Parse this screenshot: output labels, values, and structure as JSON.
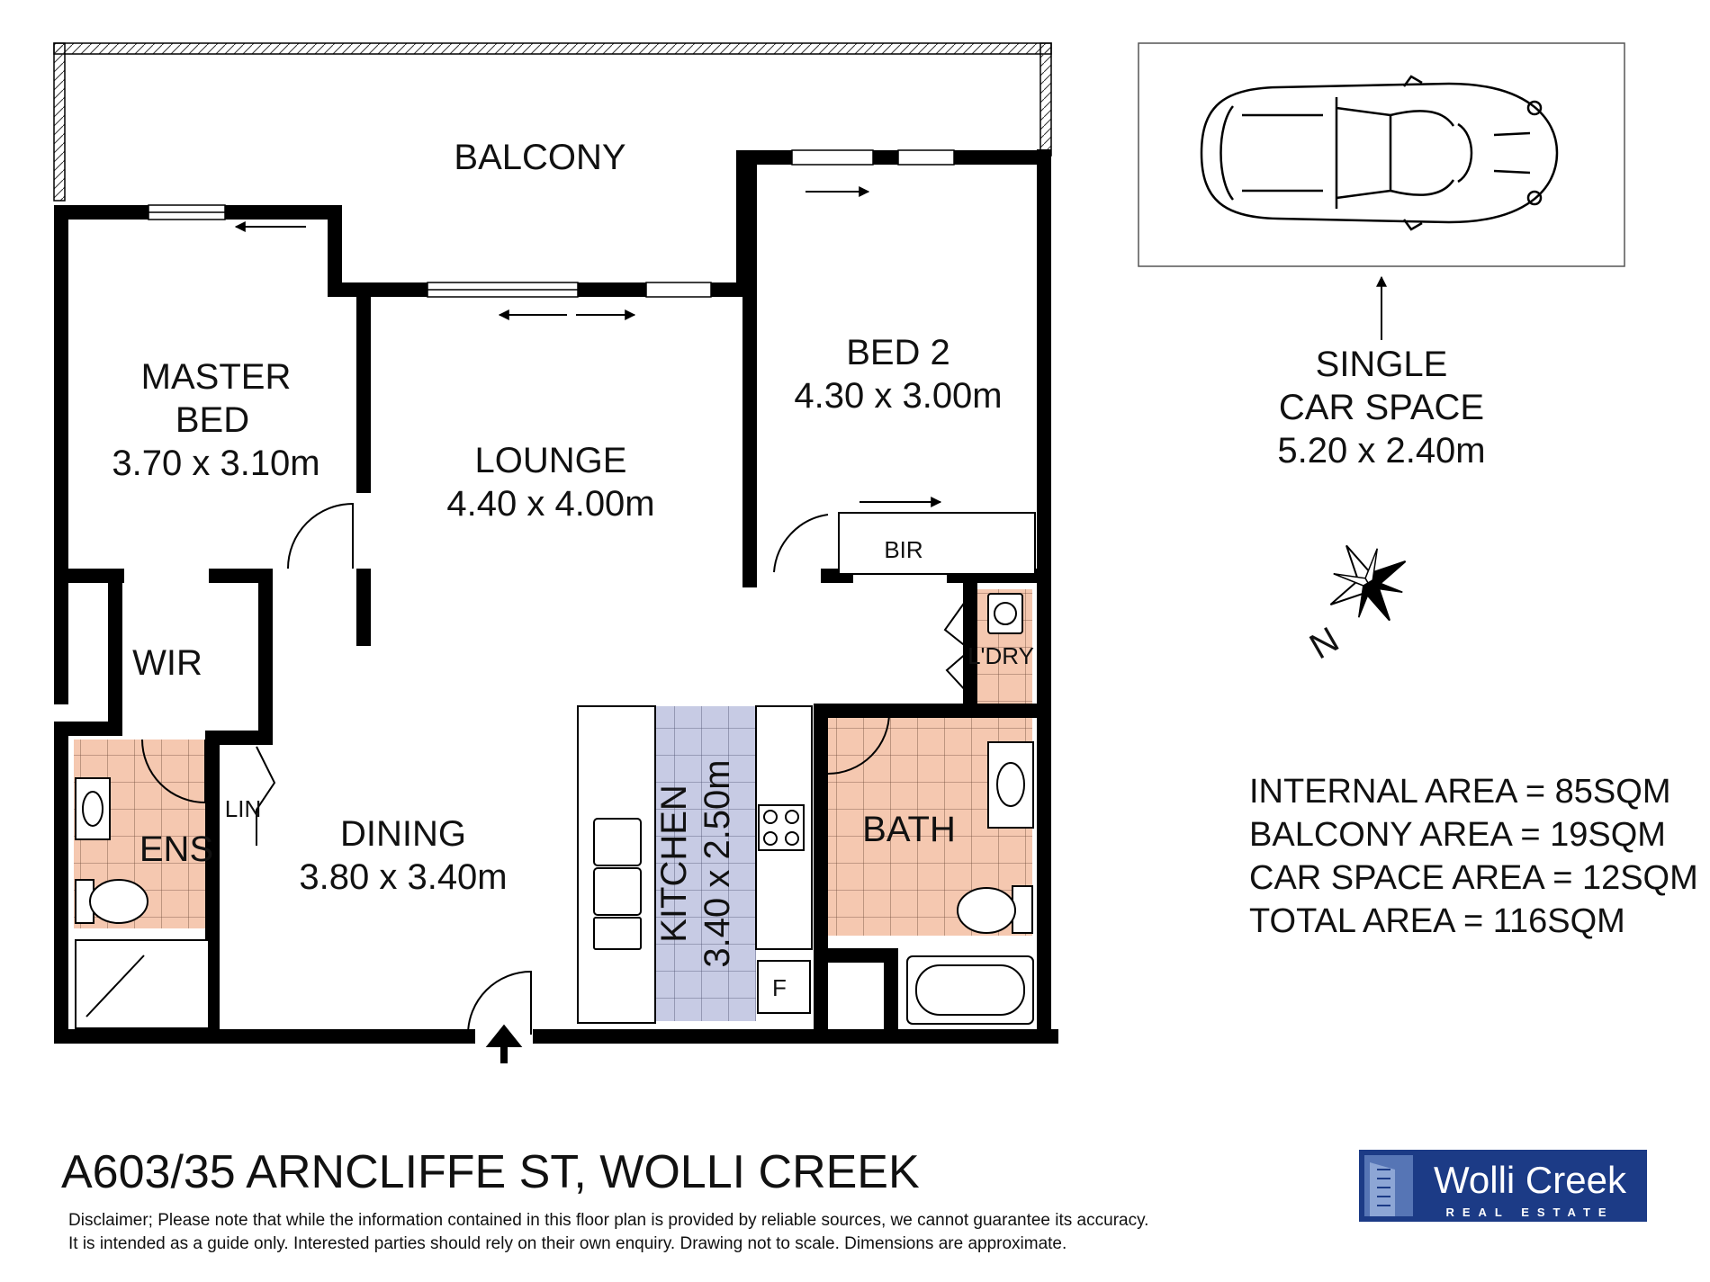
{
  "rooms": {
    "balcony": "BALCONY",
    "master_bed": [
      "MASTER",
      "BED",
      "3.70 x 3.10m"
    ],
    "lounge": [
      "LOUNGE",
      "4.40 x 4.00m"
    ],
    "bed2": [
      "BED 2",
      "4.30 x 3.00m"
    ],
    "bir": "BIR",
    "wir": "WIR",
    "laundry": "L'DRY",
    "lin": "LIN",
    "ens": "ENS",
    "dining": [
      "DINING",
      "3.80 x 3.40m"
    ],
    "kitchen": [
      "KITCHEN",
      "3.40 x 2.50m"
    ],
    "bath": "BATH",
    "fridge": "F"
  },
  "car_space": [
    "SINGLE",
    "CAR SPACE",
    "5.20 x 2.40m"
  ],
  "compass": {
    "label": "N"
  },
  "areas": [
    "INTERNAL AREA = 85SQM",
    "BALCONY AREA = 19SQM",
    "CAR SPACE AREA = 12SQM",
    "TOTAL AREA = 116SQM"
  ],
  "address": "A603/35 ARNCLIFFE ST, WOLLI CREEK",
  "disclaimer": [
    "Disclaimer; Please note that while the information contained in this floor plan is provided by reliable sources, we cannot guarantee its accuracy.",
    "It is intended as a guide only. Interested parties should rely on their own enquiry. Drawing not to scale.  Dimensions are approximate."
  ],
  "logo": {
    "name": "Wolli Creek",
    "tagline": "REAL ESTATE"
  },
  "colors": {
    "wet_area": "#f5c8b0",
    "kitchen": "#c7cbe4",
    "wall": "#000000",
    "logo_bg": "#1c3b86"
  }
}
